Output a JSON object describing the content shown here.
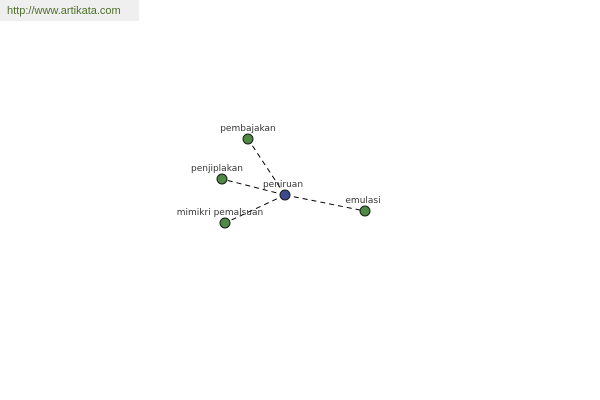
{
  "header": {
    "url": "http://www.artikata.com"
  },
  "colors": {
    "center_node": "#3d4a8c",
    "leaf_node": "#4f8a45",
    "url_text": "#4f6f2a"
  },
  "graph": {
    "center": {
      "id": "peniruan",
      "label": "peniruan"
    },
    "nodes": [
      {
        "id": "pembajakan",
        "label": "pembajakan"
      },
      {
        "id": "penjiplakan",
        "label": "penjiplakan"
      },
      {
        "id": "mimikri-pemalsuan",
        "label": "mimikri pemalsuan"
      },
      {
        "id": "emulasi",
        "label": "emulasi"
      }
    ],
    "edges": [
      {
        "from": "peniruan",
        "to": "pembajakan"
      },
      {
        "from": "peniruan",
        "to": "penjiplakan"
      },
      {
        "from": "peniruan",
        "to": "mimikri-pemalsuan"
      },
      {
        "from": "peniruan",
        "to": "emulasi"
      }
    ]
  }
}
